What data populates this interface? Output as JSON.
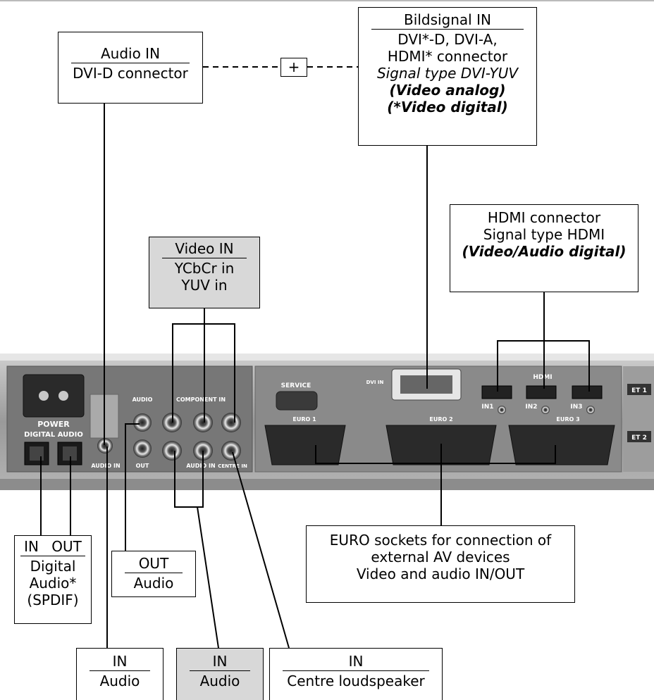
{
  "boxes": {
    "audio_in_dvi": {
      "title": "Audio IN",
      "line1": "DVI-D connector"
    },
    "bildsignal": {
      "title": "Bildsignal IN",
      "line1": "DVI*-D, DVI-A,",
      "line2": "HDMI* connector",
      "line3": "Signal type DVI-YUV",
      "line4": "(Video analog)",
      "line5": "(*Video digital)"
    },
    "plus_symbol": "+",
    "hdmi": {
      "line1": "HDMI connector",
      "line2": "Signal type HDMI",
      "line3": "(Video/Audio digital)"
    },
    "video_in": {
      "title": "Video IN",
      "line1": "YCbCr in",
      "line2": "YUV in"
    },
    "digital_audio": {
      "in_label": "IN",
      "out_label": "OUT",
      "line1": "Digital",
      "line2": "Audio*",
      "line3": "(SPDIF)"
    },
    "out_audio": {
      "title": "OUT",
      "line1": "Audio"
    },
    "euro": {
      "line1": "EURO sockets for connection of",
      "line2": "external AV devices",
      "line3": "Video and audio IN/OUT"
    },
    "in_audio_1": {
      "title": "IN",
      "line1": "Audio"
    },
    "in_audio_2": {
      "title": "IN",
      "line1": "Audio"
    },
    "in_centre": {
      "title": "IN",
      "line1": "Centre loudspeaker"
    }
  },
  "panel_labels": {
    "power": "POWER",
    "digital_audio": "DIGITAL AUDIO",
    "audio": "AUDIO",
    "component_in": "COMPONENT IN",
    "service": "SERVICE",
    "dvi_in": "DVI IN",
    "hdmi": "HDMI",
    "audio_in_left": "AUDIO IN",
    "out": "OUT",
    "audio_in_mid": "AUDIO IN",
    "centre_in": "CENTRE IN",
    "euro1": "EURO 1",
    "euro2": "EURO 2",
    "euro3": "EURO 3",
    "in1": "IN1",
    "in2": "IN2",
    "in3": "IN3",
    "et1": "ET 1",
    "et2": "ET 2"
  }
}
